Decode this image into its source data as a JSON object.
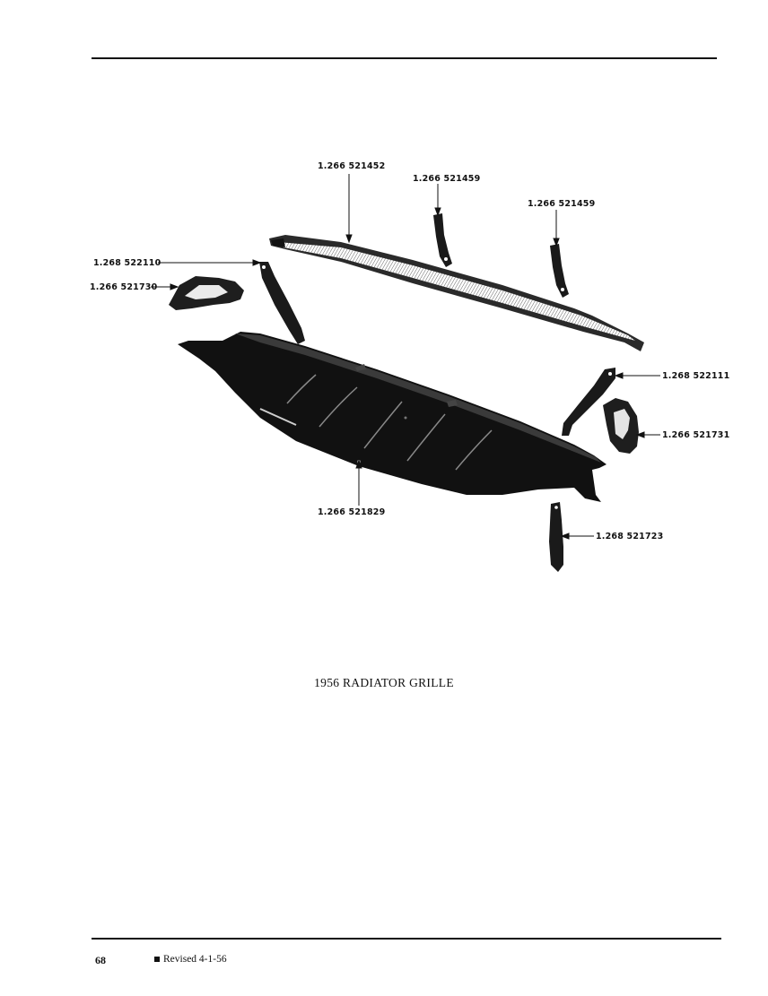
{
  "labels": {
    "upper_molding": "1.266 521452",
    "bracket_left_top": "1.266 521459",
    "bracket_right_top": "1.266 521459",
    "brace_left": "1.268 522110",
    "extension_left": "1.266 521730",
    "brace_right": "1.268 522111",
    "extension_right": "1.266 521731",
    "grille_main": "1.266 521829",
    "support_lower": "1.268 521723"
  },
  "caption": "1956 RADIATOR GRILLE",
  "footer": {
    "page_number": "68",
    "revised": "Revised 4-1-56"
  }
}
